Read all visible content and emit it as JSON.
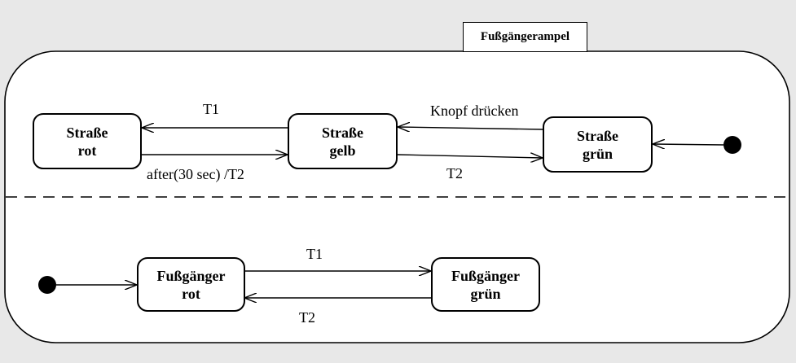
{
  "title": "Fußgängerampel",
  "states": {
    "strasse_rot": {
      "line1": "Straße",
      "line2": "rot"
    },
    "strasse_gelb": {
      "line1": "Straße",
      "line2": "gelb"
    },
    "strasse_gruen": {
      "line1": "Straße",
      "line2": "grün"
    },
    "fussgaenger_rot": {
      "line1": "Fußgänger",
      "line2": "rot"
    },
    "fussgaenger_gruen": {
      "line1": "Fußgänger",
      "line2": "grün"
    }
  },
  "transitions": {
    "gelb_to_rot": "T1",
    "rot_to_gelb": "after(30 sec) /T2",
    "gruen_to_gelb": "Knopf drücken",
    "gelb_to_gruen": "T2",
    "fg_rot_to_gruen": "T1",
    "fg_gruen_to_rot": "T2"
  }
}
